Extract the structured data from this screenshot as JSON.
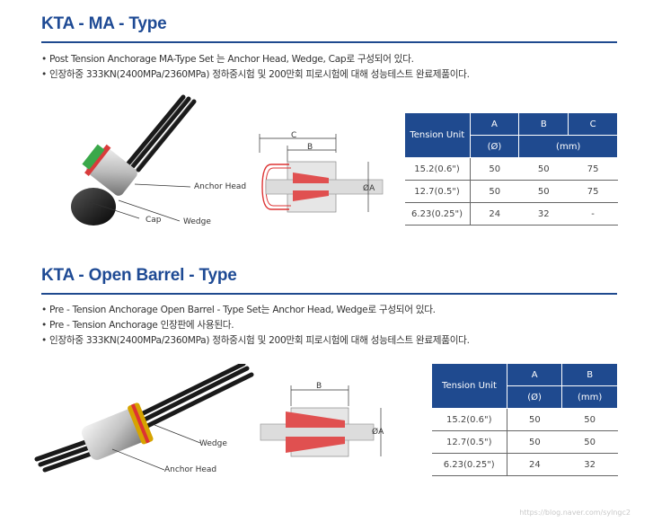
{
  "section1": {
    "title": "KTA - MA - Type",
    "bullets": [
      "• Post Tension Anchorage MA-Type Set 는 Anchor Head, Wedge, Cap로 구성되어 있다.",
      "• 인장하중 333KN(2400MPa/2360MPa) 정하중시험 및 200만회 피로시험에 대해 성능테스트 완료제품이다."
    ],
    "labels": {
      "anchor_head": "Anchor Head",
      "cap": "Cap",
      "wedge": "Wedge"
    },
    "drawing": {
      "c": "C",
      "b": "B",
      "a": "ØA"
    },
    "table": {
      "header_unit": "Tension Unit",
      "cols": [
        "A",
        "B",
        "C"
      ],
      "units": [
        "(Ø)",
        "(mm)"
      ],
      "rows": [
        {
          "unit": "15.2(0.6\")",
          "a": "50",
          "b": "50",
          "c": "75"
        },
        {
          "unit": "12.7(0.5\")",
          "a": "50",
          "b": "50",
          "c": "75"
        },
        {
          "unit": "6.23(0.25\")",
          "a": "24",
          "b": "32",
          "c": "-"
        }
      ]
    }
  },
  "section2": {
    "title": "KTA - Open Barrel - Type",
    "bullets": [
      "• Pre - Tension Anchorage Open Barrel - Type Set는 Anchor Head, Wedge로 구성되어 있다.",
      "• Pre - Tension Anchorage 인장판에 사용된다.",
      "• 인장하중 333KN(2400MPa/2360MPa) 정하중시험 및 200만회 피로시험에 대해 성능테스트 완료제품이다."
    ],
    "labels": {
      "wedge": "Wedge",
      "anchor_head": "Anchor Head"
    },
    "drawing": {
      "b": "B",
      "a": "ØA"
    },
    "table": {
      "header_unit": "Tension Unit",
      "cols": [
        "A",
        "B"
      ],
      "units": [
        "(Ø)",
        "(mm)"
      ],
      "rows": [
        {
          "unit": "15.2(0.6\")",
          "a": "50",
          "b": "50"
        },
        {
          "unit": "12.7(0.5\")",
          "a": "50",
          "b": "50"
        },
        {
          "unit": "6.23(0.25\")",
          "a": "24",
          "b": "32"
        }
      ]
    }
  },
  "watermark": "https://blog.naver.com/sylngc2",
  "colors": {
    "brand_blue": "#1f4a8f",
    "wedge_red": "#e04848",
    "wedge_green": "#3aa84a",
    "gold": "#d6a300"
  }
}
